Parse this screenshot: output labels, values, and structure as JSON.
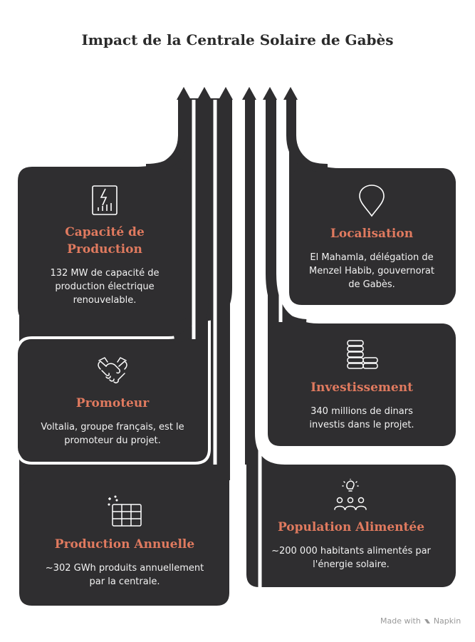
{
  "title": "Impact de la Centrale Solaire de Gabès",
  "cards": [
    {
      "id": "capacite",
      "title": "Capacité de Production",
      "text": "132 MW de capacité de production électrique renouvelable.",
      "icon": "solar-document-icon"
    },
    {
      "id": "localisation",
      "title": "Localisation",
      "text": "El Mahamla, délégation de Menzel Habib, gouvernorat de Gabès.",
      "icon": "location-pin-icon"
    },
    {
      "id": "promoteur",
      "title": "Promoteur",
      "text": "Voltalia, groupe français, est le promoteur du projet.",
      "icon": "handshake-icon"
    },
    {
      "id": "investissement",
      "title": "Investissement",
      "text": "340 millions de dinars investis dans le projet.",
      "icon": "coin-stack-icon"
    },
    {
      "id": "production",
      "title": "Production Annuelle",
      "text": "~302 GWh produits annuellement par la centrale.",
      "icon": "solar-panel-icon"
    },
    {
      "id": "population",
      "title": "Population Alimentée",
      "text": "~200 000 habitants alimentés par l'énergie solaire.",
      "icon": "people-bulb-icon"
    }
  ],
  "footer": {
    "made_with": "Made with",
    "brand": "Napkin"
  },
  "colors": {
    "shape": "#2f2e30",
    "accent": "#e07a5f",
    "text": "#ffffff",
    "background": "#ffffff"
  }
}
